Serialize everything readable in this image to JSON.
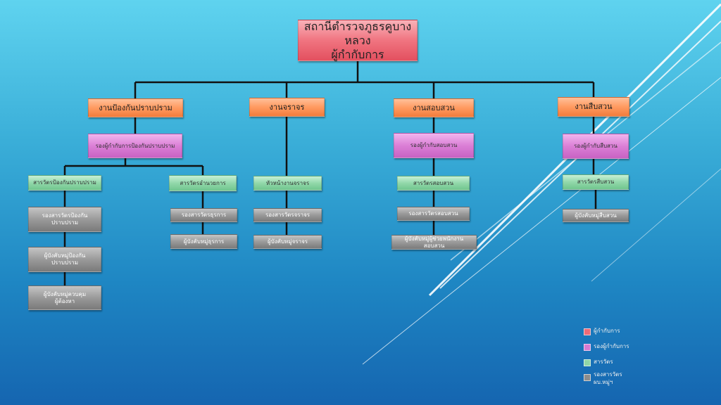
{
  "root": "สถานีตำรวจภูธรคูบางหลวง\nผู้กำกับการ",
  "departments": [
    "งานป้องกันปราบปราม",
    "งานจราจร",
    "งานสอบสวน",
    "งานสืบสวน"
  ],
  "deputies": [
    "รองผู้กำกับการป้องกันปราบปราม",
    "รองผู้กำกับสอบสวน",
    "รองผู้กำกับสืบสวน"
  ],
  "inspectors": [
    "สารวัตรป้องกันปราบปราม",
    "สารวัตรอำนวยการ",
    "หัวหน้างานจราจร",
    "สารวัตรสอบสวน",
    "สารวัตรสืบสวน"
  ],
  "staff": [
    "รองสารวัตรป้องกัน\nปราบปราม",
    "ผู้บังคับหมู่ป้องกัน\nปราบปราม",
    "ผู้บังคับหมู่ควบคุม\nผู้ต้องหา",
    "รองสารวัตรธุรการ",
    "ผู้บังคับหมู่ธุรการ",
    "รองสารวัตรจราจร",
    "ผู้บังคับหมู่จราจร",
    "รองสารวัตรสอบสวน",
    "ผู้บังคับหมู่ผู้ช่วยพนักงานสอบสวน",
    "ผู้บังคับหมู่สืบสวน"
  ],
  "legend": [
    {
      "label": "ผู้กำกับการ",
      "color": "#ee6b78"
    },
    {
      "label": "รองผู้กำกับการ",
      "color": "#d67ad2"
    },
    {
      "label": "สารวัตร",
      "color": "#8fd6a7"
    },
    {
      "label": "รองสารวัตร\nผบ.หมู่ฯ",
      "color": "#8c8c8c"
    }
  ]
}
